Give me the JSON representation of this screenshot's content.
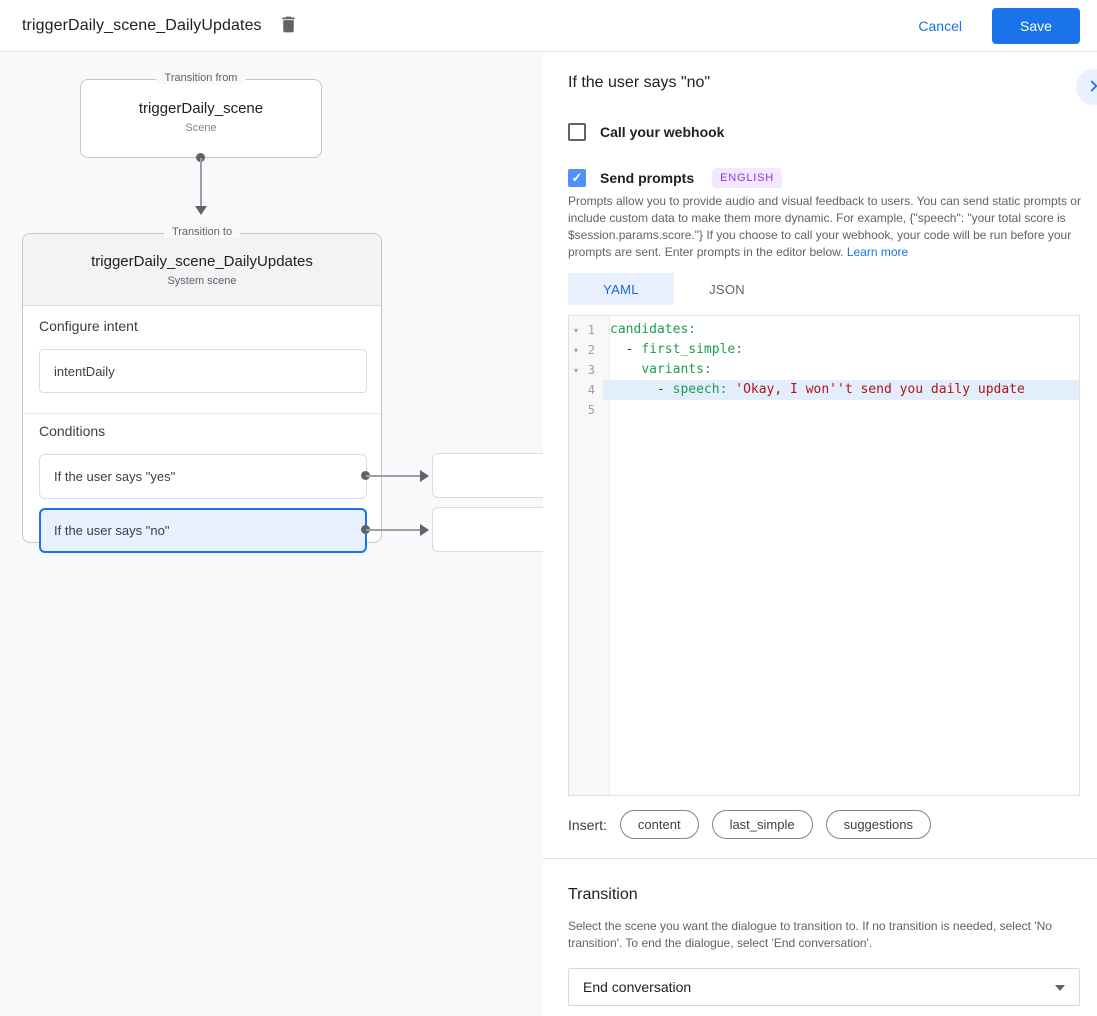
{
  "header": {
    "title": "triggerDaily_scene_DailyUpdates",
    "cancel_label": "Cancel",
    "save_label": "Save"
  },
  "canvas": {
    "from_node": {
      "legend": "Transition from",
      "title": "triggerDaily_scene",
      "subtitle": "Scene"
    },
    "to_node": {
      "legend": "Transition to",
      "title": "triggerDaily_scene_DailyUpdates",
      "subtitle": "System scene",
      "configure_intent_label": "Configure intent",
      "intent_value": "intentDaily",
      "conditions_label": "Conditions",
      "conditions": [
        {
          "label": "If the user says \"yes\"",
          "selected": false
        },
        {
          "label": "If the user says \"no\"",
          "selected": true
        }
      ]
    }
  },
  "panel": {
    "title": "If the user says \"no\"",
    "webhook_checkbox": {
      "label": "Call your webhook",
      "checked": false
    },
    "prompts_checkbox": {
      "label": "Send prompts",
      "checked": true,
      "badge": "ENGLISH"
    },
    "description": "Prompts allow you to provide audio and visual feedback to users. You can send static prompts or include custom data to make them more dynamic. For example, {\"speech\": \"your total score is $session.params.score.\"} If you choose to call your webhook, your code will be run before your prompts are sent. Enter prompts in the editor below. ",
    "learn_more_label": "Learn more",
    "tabs": [
      {
        "label": "YAML",
        "active": true
      },
      {
        "label": "JSON",
        "active": false
      }
    ],
    "editor": {
      "lines": [
        {
          "number": 1,
          "fold": true,
          "active": false,
          "segments": [
            {
              "type": "key",
              "text": "candidates:"
            }
          ]
        },
        {
          "number": 2,
          "fold": true,
          "active": false,
          "segments": [
            {
              "type": "plain",
              "text": "  - "
            },
            {
              "type": "key",
              "text": "first_simple:"
            }
          ]
        },
        {
          "number": 3,
          "fold": true,
          "active": false,
          "segments": [
            {
              "type": "plain",
              "text": "    "
            },
            {
              "type": "key",
              "text": "variants:"
            }
          ]
        },
        {
          "number": 4,
          "fold": false,
          "active": true,
          "segments": [
            {
              "type": "plain",
              "text": "      - "
            },
            {
              "type": "key",
              "text": "speech:"
            },
            {
              "type": "plain",
              "text": " "
            },
            {
              "type": "str",
              "text": "'Okay, I won''t send you daily update"
            }
          ]
        },
        {
          "number": 5,
          "fold": false,
          "active": false,
          "segments": []
        }
      ]
    },
    "insert_label": "Insert:",
    "insert_chips": [
      "content",
      "last_simple",
      "suggestions"
    ],
    "transition": {
      "title": "Transition",
      "description": "Select the scene you want the dialogue to transition to. If no transition is needed, select 'No transition'. To end the dialogue, select 'End conversation'.",
      "selected_value": "End conversation"
    }
  },
  "colors": {
    "accent": "#1a73e8",
    "selected_background": "#e8f0fe",
    "code_key_green": "#1e9e50",
    "code_string_red": "#b31412",
    "badge_purple": "#9334e6"
  }
}
